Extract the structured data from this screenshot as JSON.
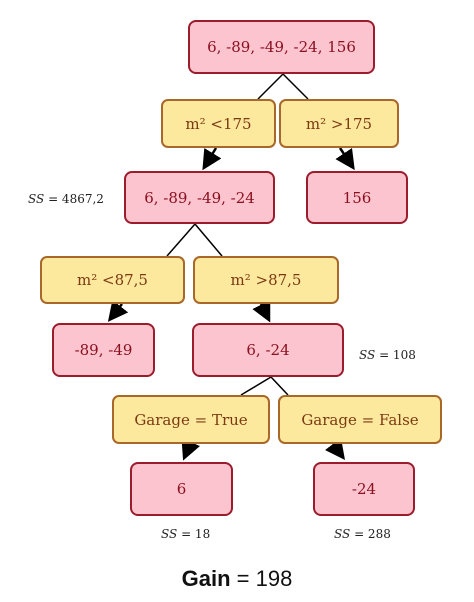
{
  "nodes": {
    "root": "6, -89, -49, -24, 156",
    "cond_l1_left": "m² <175",
    "cond_l1_right": "m² >175",
    "node_l2_left": "6, -89, -49, -24",
    "node_l2_right": "156",
    "cond_l3_left": "m² <87,5",
    "cond_l3_right": "m² >87,5",
    "node_l4_left": "-89, -49",
    "node_l4_right": "6, -24",
    "cond_l5_left": "Garage = True",
    "cond_l5_right": "Garage = False",
    "node_l6_left": "6",
    "node_l6_right": "-24"
  },
  "ss_labels": {
    "symbol": "SS",
    "node_l2_left": "= 4867,2",
    "node_l4_right": "= 108",
    "node_l6_left": "= 18",
    "node_l6_right": "= 288"
  },
  "gain": {
    "label": "Gain",
    "value": "= 198"
  }
}
